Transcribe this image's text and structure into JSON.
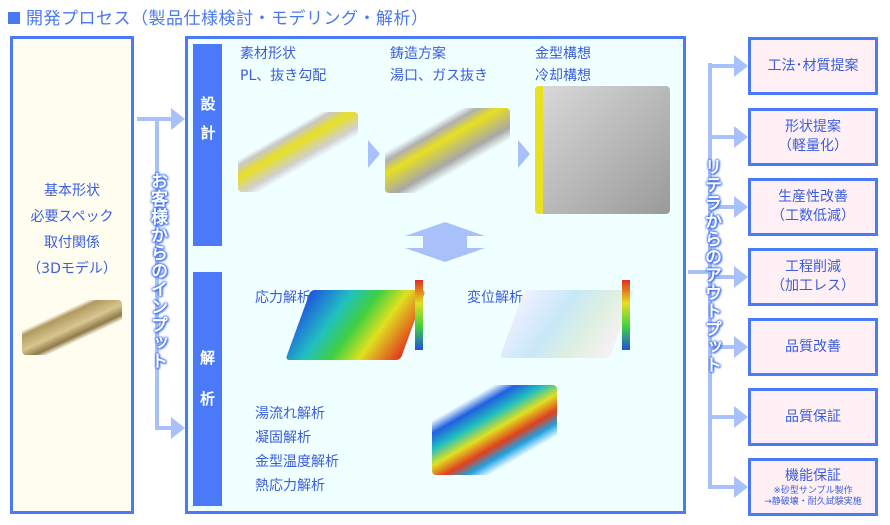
{
  "title": "開発プロセス（製品仕様検討・モデリング・解析）",
  "customer_input": {
    "lines": [
      "基本形状",
      "必要スペック",
      "取付関係",
      "（3Dモデル）"
    ],
    "label": "お客様からのインプット"
  },
  "design": {
    "label": "設計",
    "steps": [
      {
        "line1": "素材形状",
        "line2": "PL、抜き勾配"
      },
      {
        "line1": "鋳造方案",
        "line2": "湯口、ガス抜き"
      },
      {
        "line1": "金型構想",
        "line2": "冷却構想"
      }
    ]
  },
  "analysis": {
    "label": "解析",
    "stress": "応力解析",
    "displacement": "変位解析",
    "others": [
      "湯流れ解析",
      "凝固解析",
      "金型温度解析",
      "熱応力解析"
    ]
  },
  "output": {
    "label": "リテラからのアウトプット",
    "items": [
      {
        "lines": [
          "工法･材質提案"
        ]
      },
      {
        "lines": [
          "形状提案",
          "（軽量化）"
        ]
      },
      {
        "lines": [
          "生産性改善",
          "（工数低減）"
        ]
      },
      {
        "lines": [
          "工程削減",
          "（加工レス）"
        ]
      },
      {
        "lines": [
          "品質改善"
        ]
      },
      {
        "lines": [
          "品質保証"
        ]
      },
      {
        "lines": [
          "機能保証"
        ],
        "notes": [
          "※砂型サンプル製作",
          "→静破壊・耐久試験実施"
        ]
      }
    ]
  },
  "colors": {
    "accent": "#4a7af7",
    "connector": "#a9c1fa",
    "input_bg": "#fffdf0",
    "center_bg": "#f0ffff",
    "output_bg": "#fff0f5"
  }
}
